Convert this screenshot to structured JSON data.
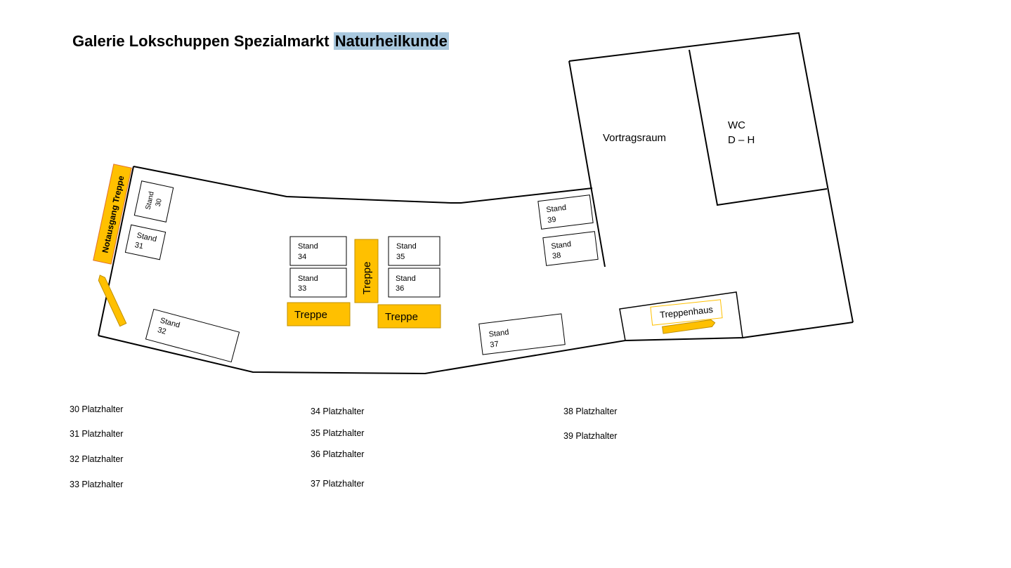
{
  "title": {
    "main": "Galerie Lokschuppen Spezialmarkt",
    "highlight": "Naturheilkunde"
  },
  "colors": {
    "stairs_fill": "#FFC000",
    "stairs_stroke": "#C09000",
    "highlight": "#A9C8DE",
    "line": "#000000"
  },
  "rooms": {
    "vortragsraum": "Vortragsraum",
    "wc_line1": "WC",
    "wc_line2": "D – H",
    "treppenhaus": "Treppenhaus",
    "notausgang": "Notausgang Treppe"
  },
  "stairs": {
    "center_vertical": "Treppe",
    "left": "Treppe",
    "right": "Treppe"
  },
  "stands": [
    {
      "label": "Stand",
      "number": "30"
    },
    {
      "label": "Stand",
      "number": "31"
    },
    {
      "label": "Stand",
      "number": "32"
    },
    {
      "label": "Stand",
      "number": "33"
    },
    {
      "label": "Stand",
      "number": "34"
    },
    {
      "label": "Stand",
      "number": "35"
    },
    {
      "label": "Stand",
      "number": "36"
    },
    {
      "label": "Stand",
      "number": "37"
    },
    {
      "label": "Stand",
      "number": "38"
    },
    {
      "label": "Stand",
      "number": "39"
    }
  ],
  "legend": [
    "30 Platzhalter",
    "31 Platzhalter",
    "32 Platzhalter",
    "33 Platzhalter",
    "34 Platzhalter",
    "35 Platzhalter",
    "36 Platzhalter",
    "37 Platzhalter",
    "38 Platzhalter",
    "39 Platzhalter"
  ]
}
